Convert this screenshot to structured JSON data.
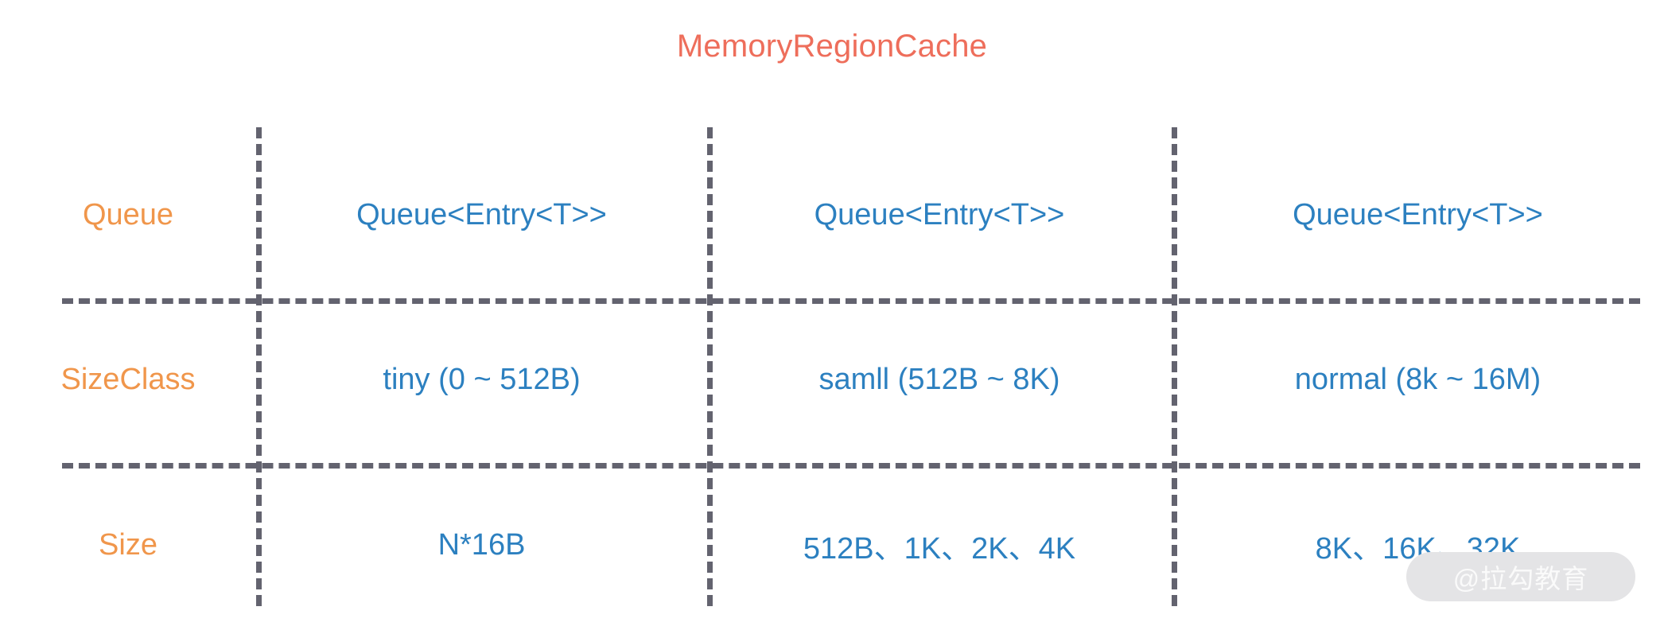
{
  "title": "MemoryRegionCache",
  "colors": {
    "title": "#EE6E5B",
    "row_label": "#F0964B",
    "cell_text": "#2C80C0",
    "grid_line": "#63636F",
    "background": "#FFFFFF",
    "watermark_bg": "#E4E4E6",
    "watermark_text": "#FAFAFA"
  },
  "table": {
    "rows": [
      {
        "label": "Queue",
        "cells": [
          "Queue<Entry<T>>",
          "Queue<Entry<T>>",
          "Queue<Entry<T>>"
        ]
      },
      {
        "label": "SizeClass",
        "cells": [
          "tiny (0 ~ 512B)",
          "samll (512B ~ 8K)",
          "normal (8k ~ 16M)"
        ]
      },
      {
        "label": "Size",
        "cells": [
          "N*16B",
          "512B、1K、2K、4K",
          "8K、16K、32K"
        ]
      }
    ]
  },
  "watermark": {
    "text": "@拉勾教育"
  }
}
